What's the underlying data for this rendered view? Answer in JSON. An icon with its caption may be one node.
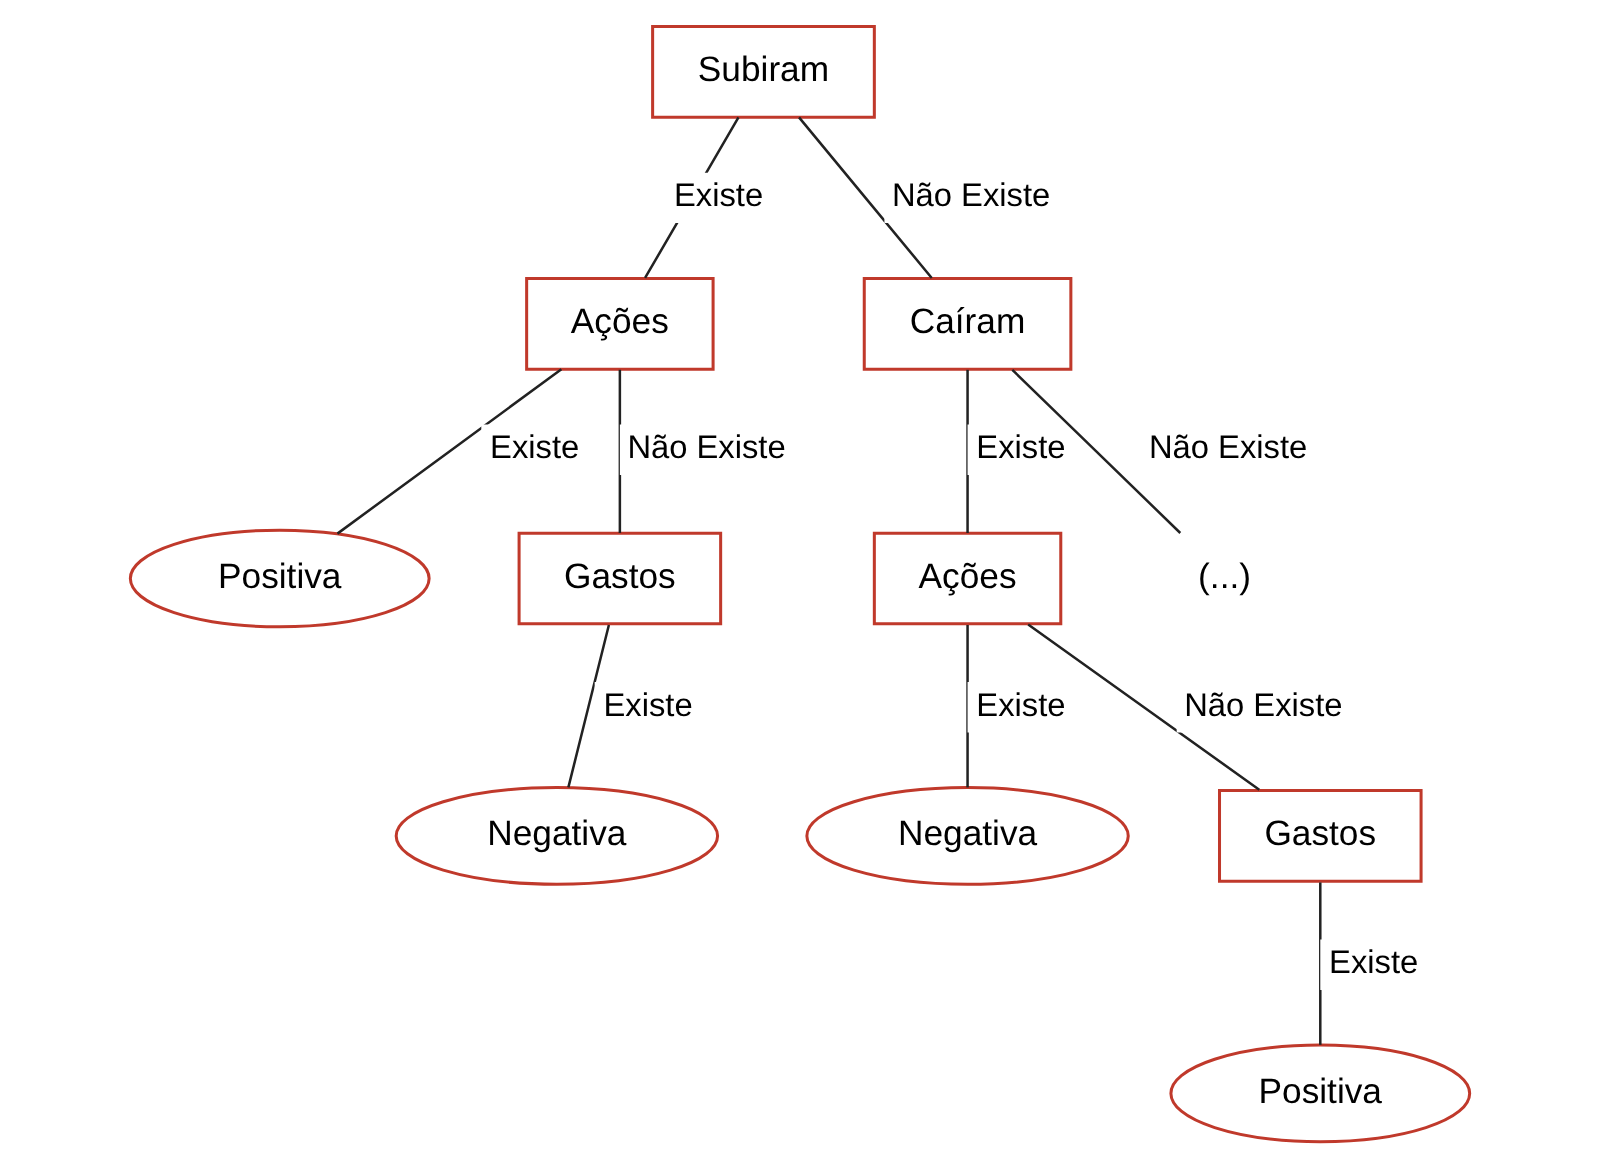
{
  "diagram": {
    "nodes": [
      {
        "text": [
          "Subiram"
        ]
      },
      {
        "text": [
          "Ações"
        ]
      },
      {
        "text": [
          "Caíram"
        ]
      },
      {
        "text": [
          "Positiva"
        ]
      },
      {
        "text": [
          "Gastos"
        ]
      },
      {
        "text": [
          "Ações"
        ]
      },
      {
        "text": [
          "(...)"
        ]
      },
      {
        "text": [
          "Negativa"
        ]
      },
      {
        "text": [
          "Negativa"
        ]
      },
      {
        "text": [
          "Gastos"
        ]
      },
      {
        "text": [
          "Positiva"
        ]
      }
    ],
    "edges": [
      {
        "from": 0,
        "to": 1,
        "arrow": "none",
        "label": "Existe"
      },
      {
        "from": 0,
        "to": 2,
        "arrow": "none",
        "label": "Não Existe"
      },
      {
        "from": 1,
        "to": 3,
        "arrow": "none",
        "label": "Existe"
      },
      {
        "from": 1,
        "to": 4,
        "arrow": "none",
        "label": "Não Existe"
      },
      {
        "from": 2,
        "to": 5,
        "arrow": "none",
        "label": "Existe"
      },
      {
        "from": 2,
        "to": 6,
        "arrow": "none",
        "label": "Não Existe"
      },
      {
        "from": 4,
        "to": 7,
        "arrow": "none",
        "label": "Existe"
      },
      {
        "from": 5,
        "to": 8,
        "arrow": "none",
        "label": "Existe"
      },
      {
        "from": 5,
        "to": 9,
        "arrow": "none",
        "label": "Não Existe"
      },
      {
        "from": 9,
        "to": 10,
        "arrow": "none",
        "label": "Existe"
      }
    ]
  }
}
